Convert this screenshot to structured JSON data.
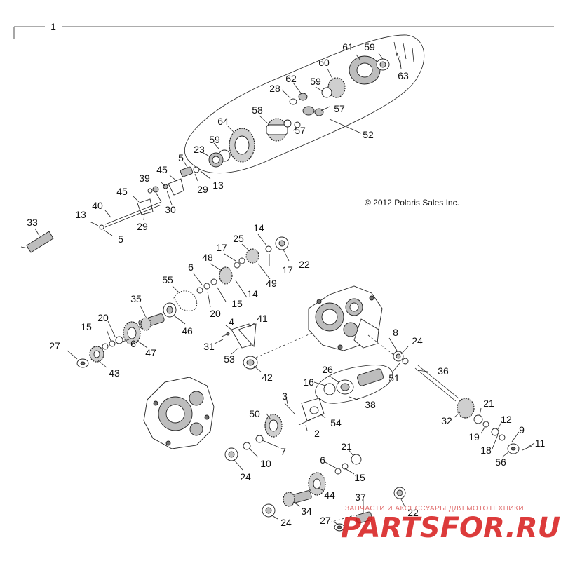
{
  "diagram": {
    "copyright": "© 2012 Polaris Sales Inc.",
    "watermark_small": "ЗАПЧАСТИ И АКСЕССУАРЫ ДЛЯ МОТОТЕХНИКИ",
    "watermark_big": "PARTSFOR.RU",
    "callouts": [
      {
        "id": "c1",
        "label": "1"
      },
      {
        "id": "c59a",
        "label": "59"
      },
      {
        "id": "c61",
        "label": "61"
      },
      {
        "id": "c60",
        "label": "60"
      },
      {
        "id": "c63",
        "label": "63"
      },
      {
        "id": "c62",
        "label": "62"
      },
      {
        "id": "c28",
        "label": "28"
      },
      {
        "id": "c59b",
        "label": "59"
      },
      {
        "id": "c57a",
        "label": "57"
      },
      {
        "id": "c58",
        "label": "58"
      },
      {
        "id": "c57b",
        "label": "57"
      },
      {
        "id": "c64",
        "label": "64"
      },
      {
        "id": "c52",
        "label": "52"
      },
      {
        "id": "c59c",
        "label": "59"
      },
      {
        "id": "c23",
        "label": "23"
      },
      {
        "id": "c5a",
        "label": "5"
      },
      {
        "id": "c39",
        "label": "39"
      },
      {
        "id": "c45a",
        "label": "45"
      },
      {
        "id": "c29a",
        "label": "29"
      },
      {
        "id": "c13a",
        "label": "13"
      },
      {
        "id": "c45b",
        "label": "45"
      },
      {
        "id": "c30",
        "label": "30"
      },
      {
        "id": "c40",
        "label": "40"
      },
      {
        "id": "c13b",
        "label": "13"
      },
      {
        "id": "c29b",
        "label": "29"
      },
      {
        "id": "c33",
        "label": "33"
      },
      {
        "id": "c5b",
        "label": "5"
      },
      {
        "id": "c14a",
        "label": "14"
      },
      {
        "id": "c25",
        "label": "25"
      },
      {
        "id": "c17a",
        "label": "17"
      },
      {
        "id": "c48",
        "label": "48"
      },
      {
        "id": "c22a",
        "label": "22"
      },
      {
        "id": "c17b",
        "label": "17"
      },
      {
        "id": "c6a",
        "label": "6"
      },
      {
        "id": "c49",
        "label": "49"
      },
      {
        "id": "c55",
        "label": "55"
      },
      {
        "id": "c14b",
        "label": "14"
      },
      {
        "id": "c15a",
        "label": "15"
      },
      {
        "id": "c20a",
        "label": "20"
      },
      {
        "id": "c35",
        "label": "35"
      },
      {
        "id": "c4",
        "label": "4"
      },
      {
        "id": "c41",
        "label": "41"
      },
      {
        "id": "c20b",
        "label": "20"
      },
      {
        "id": "c46",
        "label": "46"
      },
      {
        "id": "c15b",
        "label": "15"
      },
      {
        "id": "c31",
        "label": "31"
      },
      {
        "id": "c8",
        "label": "8"
      },
      {
        "id": "c24a",
        "label": "24"
      },
      {
        "id": "c6b",
        "label": "6"
      },
      {
        "id": "c47",
        "label": "47"
      },
      {
        "id": "c53",
        "label": "53"
      },
      {
        "id": "c27a",
        "label": "27"
      },
      {
        "id": "c43",
        "label": "43"
      },
      {
        "id": "c42",
        "label": "42"
      },
      {
        "id": "c26",
        "label": "26"
      },
      {
        "id": "c36",
        "label": "36"
      },
      {
        "id": "c51",
        "label": "51"
      },
      {
        "id": "c16",
        "label": "16"
      },
      {
        "id": "c38",
        "label": "38"
      },
      {
        "id": "c3",
        "label": "3"
      },
      {
        "id": "c21a",
        "label": "21"
      },
      {
        "id": "c32",
        "label": "32"
      },
      {
        "id": "c50",
        "label": "50"
      },
      {
        "id": "c54",
        "label": "54"
      },
      {
        "id": "c2",
        "label": "2"
      },
      {
        "id": "c19",
        "label": "19"
      },
      {
        "id": "c12",
        "label": "12"
      },
      {
        "id": "c9",
        "label": "9"
      },
      {
        "id": "c18",
        "label": "18"
      },
      {
        "id": "c11",
        "label": "11"
      },
      {
        "id": "c7",
        "label": "7"
      },
      {
        "id": "c56",
        "label": "56"
      },
      {
        "id": "c21b",
        "label": "21"
      },
      {
        "id": "c10",
        "label": "10"
      },
      {
        "id": "c6c",
        "label": "6"
      },
      {
        "id": "c24b",
        "label": "24"
      },
      {
        "id": "c15c",
        "label": "15"
      },
      {
        "id": "c44",
        "label": "44"
      },
      {
        "id": "c34",
        "label": "34"
      },
      {
        "id": "c37",
        "label": "37"
      },
      {
        "id": "c22b",
        "label": "22"
      },
      {
        "id": "c24c",
        "label": "24"
      },
      {
        "id": "c27b",
        "label": "27"
      }
    ]
  }
}
